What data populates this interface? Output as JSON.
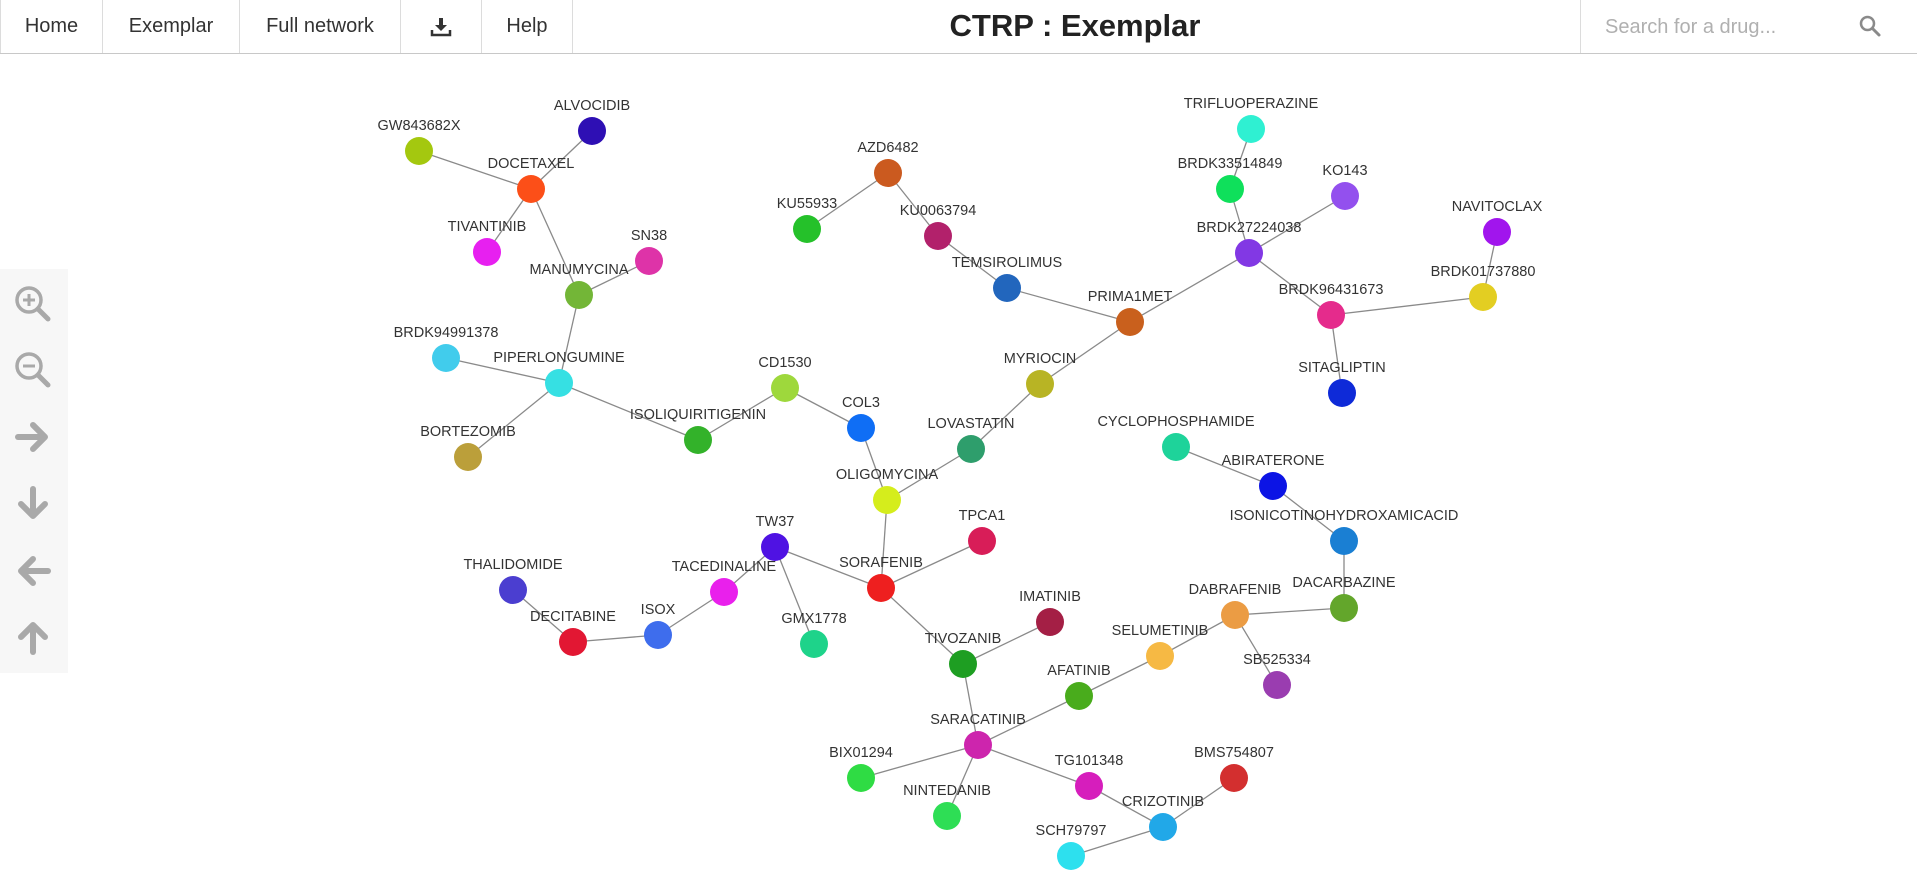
{
  "navbar": {
    "home": "Home",
    "exemplar": "Exemplar",
    "full_network": "Full network",
    "download_icon": "download-icon",
    "help": "Help"
  },
  "title": "CTRP : Exemplar",
  "search": {
    "placeholder": "Search for a drug...",
    "icon": "search-icon"
  },
  "toolbar": {
    "buttons": [
      "zoom-in-icon",
      "zoom-out-icon",
      "arrow-right-icon",
      "arrow-down-icon",
      "arrow-left-icon",
      "arrow-up-icon"
    ],
    "icon_color": "#a9a9a9"
  },
  "graph": {
    "nodes": [
      {
        "id": "GW843682X",
        "label": "GW843682X",
        "color": "#a4c80f"
      },
      {
        "id": "ALVOCIDIB",
        "label": "ALVOCIDIB",
        "color": "#2e0fb4"
      },
      {
        "id": "DOCETAXEL",
        "label": "DOCETAXEL",
        "color": "#fc4f18"
      },
      {
        "id": "TIVANTINIB",
        "label": "TIVANTINIB",
        "color": "#e720f0"
      },
      {
        "id": "SN38",
        "label": "SN38",
        "color": "#de33a8"
      },
      {
        "id": "MANUMYCINA",
        "label": "MANUMYCINA",
        "color": "#73b637"
      },
      {
        "id": "BRDK94991378",
        "label": "BRDK94991378",
        "color": "#41ccec"
      },
      {
        "id": "PIPERLONGUMINE",
        "label": "PIPERLONGUMINE",
        "color": "#36e0e3"
      },
      {
        "id": "BORTEZOMIB",
        "label": "BORTEZOMIB",
        "color": "#bb9f3a"
      },
      {
        "id": "ISOLIQUIRITIGENIN",
        "label": "ISOLIQUIRITIGENIN",
        "color": "#33b22a"
      },
      {
        "id": "CD1530",
        "label": "CD1530",
        "color": "#9ed83c"
      },
      {
        "id": "COL3",
        "label": "COL3",
        "color": "#0f6ef5"
      },
      {
        "id": "AZD6482",
        "label": "AZD6482",
        "color": "#cb5a1f"
      },
      {
        "id": "KU55933",
        "label": "KU55933",
        "color": "#25c12a"
      },
      {
        "id": "KU0063794",
        "label": "KU0063794",
        "color": "#b2216b"
      },
      {
        "id": "TEMSIROLIMUS",
        "label": "TEMSIROLIMUS",
        "color": "#2266bd"
      },
      {
        "id": "PRIMA1MET",
        "label": "PRIMA1MET",
        "color": "#c9601d"
      },
      {
        "id": "MYRIOCIN",
        "label": "MYRIOCIN",
        "color": "#b8b424"
      },
      {
        "id": "LOVASTATIN",
        "label": "LOVASTATIN",
        "color": "#2e9e6c"
      },
      {
        "id": "OLIGOMYCINA",
        "label": "OLIGOMYCINA",
        "color": "#d5ed1c"
      },
      {
        "id": "TRIFLUOPERAZINE",
        "label": "TRIFLUOPERAZINE",
        "color": "#2ff0d2"
      },
      {
        "id": "BRDK33514849",
        "label": "BRDK33514849",
        "color": "#0fe05b"
      },
      {
        "id": "KO143",
        "label": "KO143",
        "color": "#9350ee"
      },
      {
        "id": "BRDK27224038",
        "label": "BRDK27224038",
        "color": "#8238e4"
      },
      {
        "id": "NAVITOCLAX",
        "label": "NAVITOCLAX",
        "color": "#a115ed"
      },
      {
        "id": "BRDK96431673",
        "label": "BRDK96431673",
        "color": "#e52b8c"
      },
      {
        "id": "BRDK01737880",
        "label": "BRDK01737880",
        "color": "#e3ce22"
      },
      {
        "id": "SITAGLIPTIN",
        "label": "SITAGLIPTIN",
        "color": "#0e2ad8"
      },
      {
        "id": "CYCLOPHOSPHAMIDE",
        "label": "CYCLOPHOSPHAMIDE",
        "color": "#1ed39a"
      },
      {
        "id": "ABIRATERONE",
        "label": "ABIRATERONE",
        "color": "#0c14e5"
      },
      {
        "id": "ISONICOTINOHYDROXAMICACID",
        "label": "ISONICOTINOHYDROXAMICACID",
        "color": "#1a7fd3"
      },
      {
        "id": "DACARBAZINE",
        "label": "DACARBAZINE",
        "color": "#63a62b"
      },
      {
        "id": "DABRAFENIB",
        "label": "DABRAFENIB",
        "color": "#eb9c44"
      },
      {
        "id": "SB525334",
        "label": "SB525334",
        "color": "#9a3db0"
      },
      {
        "id": "SELUMETINIB",
        "label": "SELUMETINIB",
        "color": "#f6b944"
      },
      {
        "id": "TW37",
        "label": "TW37",
        "color": "#4f12e3"
      },
      {
        "id": "TPCA1",
        "label": "TPCA1",
        "color": "#d81d58"
      },
      {
        "id": "SORAFENIB",
        "label": "SORAFENIB",
        "color": "#ee1f1f"
      },
      {
        "id": "TACEDINALINE",
        "label": "TACEDINALINE",
        "color": "#e920ec"
      },
      {
        "id": "GMX1778",
        "label": "GMX1778",
        "color": "#1ed38a"
      },
      {
        "id": "THALIDOMIDE",
        "label": "THALIDOMIDE",
        "color": "#4b3ed0"
      },
      {
        "id": "DECITABINE",
        "label": "DECITABINE",
        "color": "#e21733"
      },
      {
        "id": "ISOX",
        "label": "ISOX",
        "color": "#3e6ded"
      },
      {
        "id": "IMATINIB",
        "label": "IMATINIB",
        "color": "#a41f45"
      },
      {
        "id": "TIVOZANIB",
        "label": "TIVOZANIB",
        "color": "#1e9e22"
      },
      {
        "id": "AFATINIB",
        "label": "AFATINIB",
        "color": "#49ac1c"
      },
      {
        "id": "SARACATINIB",
        "label": "SARACATINIB",
        "color": "#cd25ad"
      },
      {
        "id": "BIX01294",
        "label": "BIX01294",
        "color": "#2fdc44"
      },
      {
        "id": "NINTEDANIB",
        "label": "NINTEDANIB",
        "color": "#2ede55"
      },
      {
        "id": "TG101348",
        "label": "TG101348",
        "color": "#d61ebc"
      },
      {
        "id": "BMS754807",
        "label": "BMS754807",
        "color": "#d32f2f"
      },
      {
        "id": "CRIZOTINIB",
        "label": "CRIZOTINIB",
        "color": "#21a8e8"
      },
      {
        "id": "SCH79797",
        "label": "SCH79797",
        "color": "#2de0ee"
      }
    ],
    "edges": [
      [
        "GW843682X",
        "DOCETAXEL"
      ],
      [
        "ALVOCIDIB",
        "DOCETAXEL"
      ],
      [
        "DOCETAXEL",
        "TIVANTINIB"
      ],
      [
        "DOCETAXEL",
        "MANUMYCINA"
      ],
      [
        "SN38",
        "MANUMYCINA"
      ],
      [
        "MANUMYCINA",
        "PIPERLONGUMINE"
      ],
      [
        "BRDK94991378",
        "PIPERLONGUMINE"
      ],
      [
        "PIPERLONGUMINE",
        "BORTEZOMIB"
      ],
      [
        "PIPERLONGUMINE",
        "ISOLIQUIRITIGENIN"
      ],
      [
        "ISOLIQUIRITIGENIN",
        "CD1530"
      ],
      [
        "CD1530",
        "COL3"
      ],
      [
        "COL3",
        "OLIGOMYCINA"
      ],
      [
        "AZD6482",
        "KU55933"
      ],
      [
        "AZD6482",
        "KU0063794"
      ],
      [
        "KU0063794",
        "TEMSIROLIMUS"
      ],
      [
        "TEMSIROLIMUS",
        "PRIMA1MET"
      ],
      [
        "PRIMA1MET",
        "MYRIOCIN"
      ],
      [
        "PRIMA1MET",
        "BRDK27224038"
      ],
      [
        "MYRIOCIN",
        "LOVASTATIN"
      ],
      [
        "LOVASTATIN",
        "OLIGOMYCINA"
      ],
      [
        "OLIGOMYCINA",
        "SORAFENIB"
      ],
      [
        "TRIFLUOPERAZINE",
        "BRDK33514849"
      ],
      [
        "BRDK33514849",
        "BRDK27224038"
      ],
      [
        "KO143",
        "BRDK27224038"
      ],
      [
        "BRDK27224038",
        "BRDK96431673"
      ],
      [
        "BRDK96431673",
        "BRDK01737880"
      ],
      [
        "NAVITOCLAX",
        "BRDK01737880"
      ],
      [
        "BRDK96431673",
        "SITAGLIPTIN"
      ],
      [
        "CYCLOPHOSPHAMIDE",
        "ABIRATERONE"
      ],
      [
        "ABIRATERONE",
        "ISONICOTINOHYDROXAMICACID"
      ],
      [
        "ISONICOTINOHYDROXAMICACID",
        "DACARBAZINE"
      ],
      [
        "DACARBAZINE",
        "DABRAFENIB"
      ],
      [
        "DABRAFENIB",
        "SB525334"
      ],
      [
        "DABRAFENIB",
        "SELUMETINIB"
      ],
      [
        "SELUMETINIB",
        "AFATINIB"
      ],
      [
        "TW37",
        "SORAFENIB"
      ],
      [
        "TW37",
        "TACEDINALINE"
      ],
      [
        "TW37",
        "GMX1778"
      ],
      [
        "TPCA1",
        "SORAFENIB"
      ],
      [
        "SORAFENIB",
        "TIVOZANIB"
      ],
      [
        "TACEDINALINE",
        "ISOX"
      ],
      [
        "ISOX",
        "DECITABINE"
      ],
      [
        "DECITABINE",
        "THALIDOMIDE"
      ],
      [
        "IMATINIB",
        "TIVOZANIB"
      ],
      [
        "TIVOZANIB",
        "SARACATINIB"
      ],
      [
        "AFATINIB",
        "SARACATINIB"
      ],
      [
        "SARACATINIB",
        "BIX01294"
      ],
      [
        "SARACATINIB",
        "NINTEDANIB"
      ],
      [
        "SARACATINIB",
        "TG101348"
      ],
      [
        "TG101348",
        "CRIZOTINIB"
      ],
      [
        "BMS754807",
        "CRIZOTINIB"
      ],
      [
        "CRIZOTINIB",
        "SCH79797"
      ]
    ]
  }
}
